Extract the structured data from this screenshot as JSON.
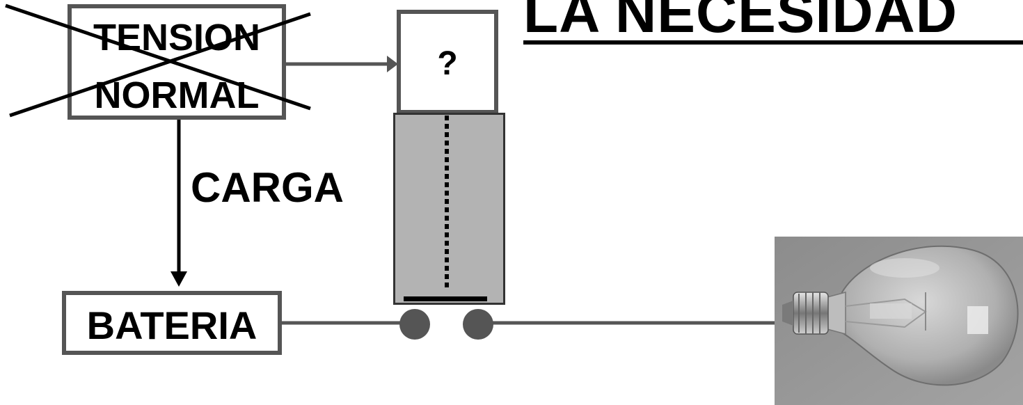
{
  "slide": {
    "title": "LA NECESIDAD"
  },
  "diagram": {
    "tension_box": {
      "line1": "TENSION",
      "line2": "NORMAL",
      "crossed_out": true
    },
    "question_box": {
      "label": "?"
    },
    "bateria_box": {
      "label": "BATERIA"
    },
    "carga_label": "CARGA",
    "bulb": {
      "icon": "light-bulb-photo"
    },
    "colors": {
      "box_border": "#555555",
      "wire": "#555555",
      "relay_fill": "#b3b3b3",
      "text": "#000000"
    }
  }
}
